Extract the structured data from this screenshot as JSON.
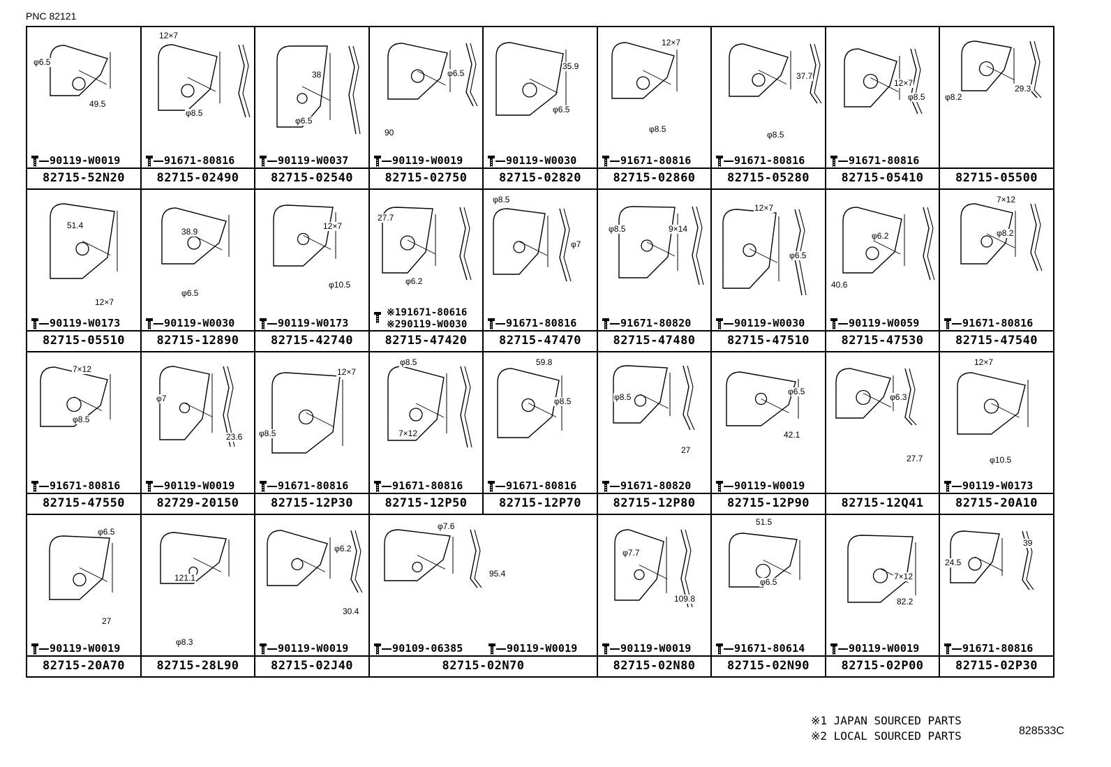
{
  "header": {
    "pnc": "PNC 82121"
  },
  "rows": [
    [
      {
        "part": "82715-52N20",
        "bolts": [
          "90119-W0019"
        ],
        "dims": [
          "φ6.5",
          "49.5"
        ]
      },
      {
        "part": "82715-02490",
        "bolts": [
          "91671-80816"
        ],
        "dims": [
          "12×7",
          "φ8.5"
        ]
      },
      {
        "part": "82715-02540",
        "bolts": [
          "90119-W0037"
        ],
        "dims": [
          "38",
          "φ6.5"
        ]
      },
      {
        "part": "82715-02750",
        "bolts": [
          "90119-W0019"
        ],
        "dims": [
          "φ6.5",
          "90"
        ]
      },
      {
        "part": "82715-02820",
        "bolts": [
          "90119-W0030"
        ],
        "dims": [
          "35.9",
          "φ6.5"
        ]
      },
      {
        "part": "82715-02860",
        "bolts": [
          "91671-80816"
        ],
        "dims": [
          "12×7",
          "φ8.5"
        ]
      },
      {
        "part": "82715-05280",
        "bolts": [
          "91671-80816"
        ],
        "dims": [
          "37.7",
          "φ8.5"
        ]
      },
      {
        "part": "82715-05410",
        "bolts": [
          "91671-80816"
        ],
        "dims": [
          "12×7",
          "φ8.5"
        ]
      },
      {
        "part": "82715-05500",
        "bolts": [],
        "dims": [
          "φ8.2",
          "29.3"
        ]
      }
    ],
    [
      {
        "part": "82715-05510",
        "bolts": [
          "90119-W0173"
        ],
        "dims": [
          "51.4",
          "12×7"
        ]
      },
      {
        "part": "82715-12890",
        "bolts": [
          "90119-W0030"
        ],
        "dims": [
          "38.9",
          "φ6.5"
        ]
      },
      {
        "part": "82715-42740",
        "bolts": [
          "90119-W0173"
        ],
        "dims": [
          "12×7",
          "φ10.5"
        ]
      },
      {
        "part": "82715-47420",
        "bolts": [
          "※191671-80616",
          "※290119-W0030"
        ],
        "dims": [
          "27.7",
          "φ6.2"
        ]
      },
      {
        "part": "82715-47470",
        "bolts": [
          "91671-80816"
        ],
        "dims": [
          "φ8.5",
          "φ7"
        ]
      },
      {
        "part": "82715-47480",
        "bolts": [
          "91671-80820"
        ],
        "dims": [
          "φ8.5",
          "9×14"
        ]
      },
      {
        "part": "82715-47510",
        "bolts": [
          "90119-W0030"
        ],
        "dims": [
          "12×7",
          "φ6.5"
        ]
      },
      {
        "part": "82715-47530",
        "bolts": [
          "90119-W0059"
        ],
        "dims": [
          "φ6.2",
          "40.6"
        ]
      },
      {
        "part": "82715-47540",
        "bolts": [
          "91671-80816"
        ],
        "dims": [
          "7×12",
          "φ8.2"
        ]
      }
    ],
    [
      {
        "part": "82715-47550",
        "bolts": [
          "91671-80816"
        ],
        "dims": [
          "7×12",
          "φ8.5"
        ]
      },
      {
        "part": "82729-20150",
        "bolts": [
          "90119-W0019"
        ],
        "dims": [
          "φ7",
          "23.6"
        ]
      },
      {
        "part": "82715-12P30",
        "bolts": [
          "91671-80816"
        ],
        "dims": [
          "12×7",
          "φ8.5"
        ]
      },
      {
        "part": "82715-12P50",
        "bolts": [
          "91671-80816"
        ],
        "dims": [
          "φ8.5",
          "7×12"
        ]
      },
      {
        "part": "82715-12P70",
        "bolts": [
          "91671-80816"
        ],
        "dims": [
          "59.8",
          "φ8.5"
        ]
      },
      {
        "part": "82715-12P80",
        "bolts": [
          "91671-80820"
        ],
        "dims": [
          "φ8.5",
          "27"
        ]
      },
      {
        "part": "82715-12P90",
        "bolts": [
          "90119-W0019"
        ],
        "dims": [
          "φ6.5",
          "42.1"
        ]
      },
      {
        "part": "82715-12Q41",
        "bolts": [],
        "dims": [
          "φ6.3",
          "27.7"
        ]
      },
      {
        "part": "82715-20A10",
        "bolts": [
          "90119-W0173"
        ],
        "dims": [
          "12×7",
          "φ10.5"
        ]
      }
    ],
    [
      {
        "part": "82715-20A70",
        "bolts": [
          "90119-W0019"
        ],
        "dims": [
          "φ6.5",
          "27"
        ]
      },
      {
        "part": "82715-28L90",
        "bolts": [],
        "dims": [
          "121.1",
          "φ8.3"
        ]
      },
      {
        "part": "82715-02J40",
        "bolts": [
          "90119-W0019"
        ],
        "dims": [
          "φ6.2",
          "30.4"
        ]
      },
      {
        "part": "82715-02N70",
        "bolts": [
          "90109-06385",
          "90119-W0019"
        ],
        "dims": [
          "φ7.6",
          "95.4"
        ]
      },
      {
        "part": "82715-02N80",
        "bolts": [
          "90119-W0019"
        ],
        "dims": [
          "φ7.7",
          "109.8"
        ]
      },
      {
        "part": "82715-02N90",
        "bolts": [
          "91671-80614"
        ],
        "dims": [
          "51.5",
          "φ6.5"
        ]
      },
      {
        "part": "82715-02P00",
        "bolts": [
          "90119-W0019"
        ],
        "dims": [
          "7×12",
          "82.2"
        ]
      },
      {
        "part": "82715-02P30",
        "bolts": [
          "91671-80816"
        ],
        "dims": [
          "24.5",
          "39"
        ]
      }
    ]
  ],
  "notes": [
    "※1  JAPAN SOURCED PARTS",
    "※2  LOCAL SOURCED PARTS"
  ],
  "ref": "828533C"
}
